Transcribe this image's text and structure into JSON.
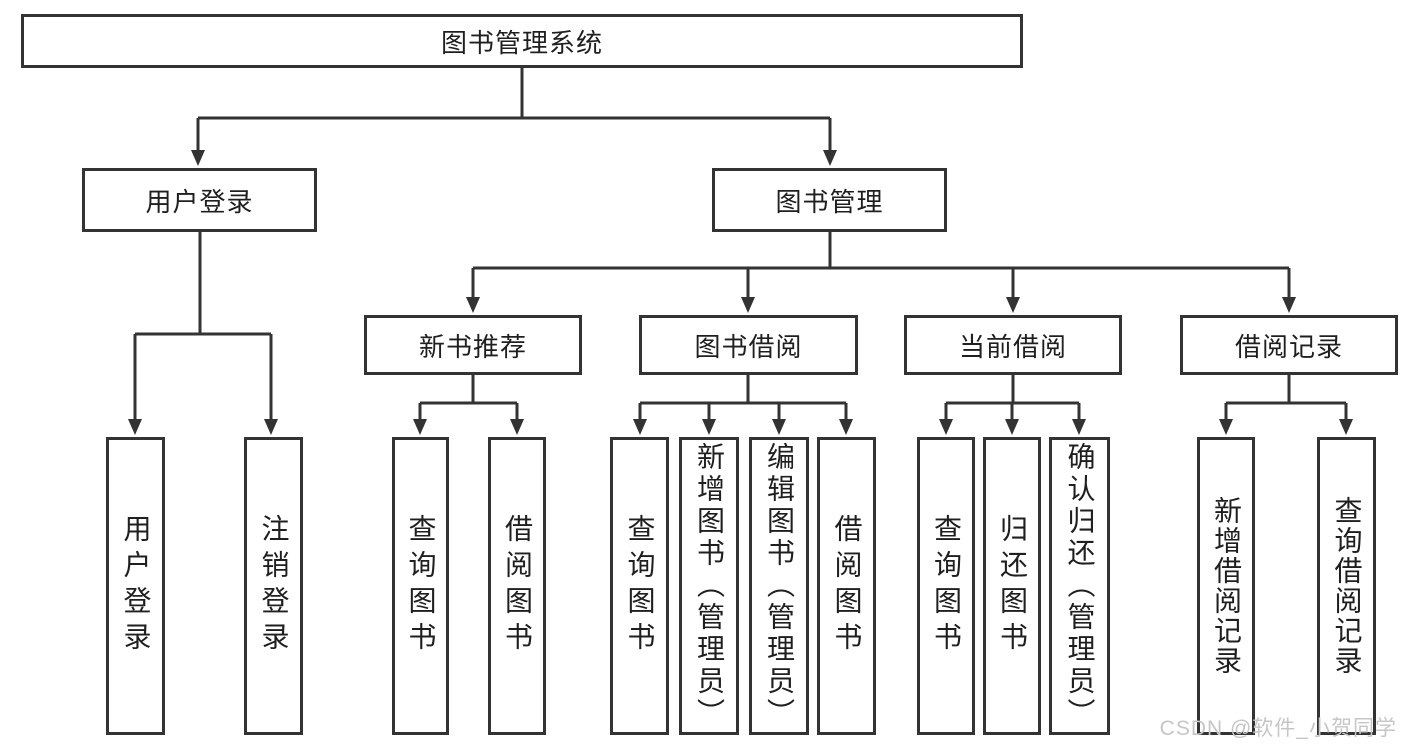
{
  "diagram": {
    "root": {
      "label": "图书管理系统"
    },
    "branches": [
      {
        "label": "用户登录",
        "leaves": [
          {
            "label": "用户登录"
          },
          {
            "label": "注销登录"
          }
        ]
      },
      {
        "label": "图书管理",
        "groups": [
          {
            "label": "新书推荐",
            "leaves": [
              {
                "label": "查询图书"
              },
              {
                "label": "借阅图书"
              }
            ]
          },
          {
            "label": "图书借阅",
            "leaves": [
              {
                "label": "查询图书"
              },
              {
                "label": "新增图书（管理员）"
              },
              {
                "label": "编辑图书（管理员）"
              },
              {
                "label": "借阅图书"
              }
            ]
          },
          {
            "label": "当前借阅",
            "leaves": [
              {
                "label": "查询图书"
              },
              {
                "label": "归还图书"
              },
              {
                "label": "确认归还（管理员）"
              }
            ]
          },
          {
            "label": "借阅记录",
            "leaves": [
              {
                "label": "新增借阅记录"
              },
              {
                "label": "查询借阅记录"
              }
            ]
          }
        ]
      }
    ]
  },
  "watermark": {
    "text": "CSDN @软件_小贺同学"
  },
  "colors": {
    "line": "#333333",
    "text": "#1f1f1f",
    "watermark": "#c6c6c6",
    "background": "#ffffff"
  }
}
